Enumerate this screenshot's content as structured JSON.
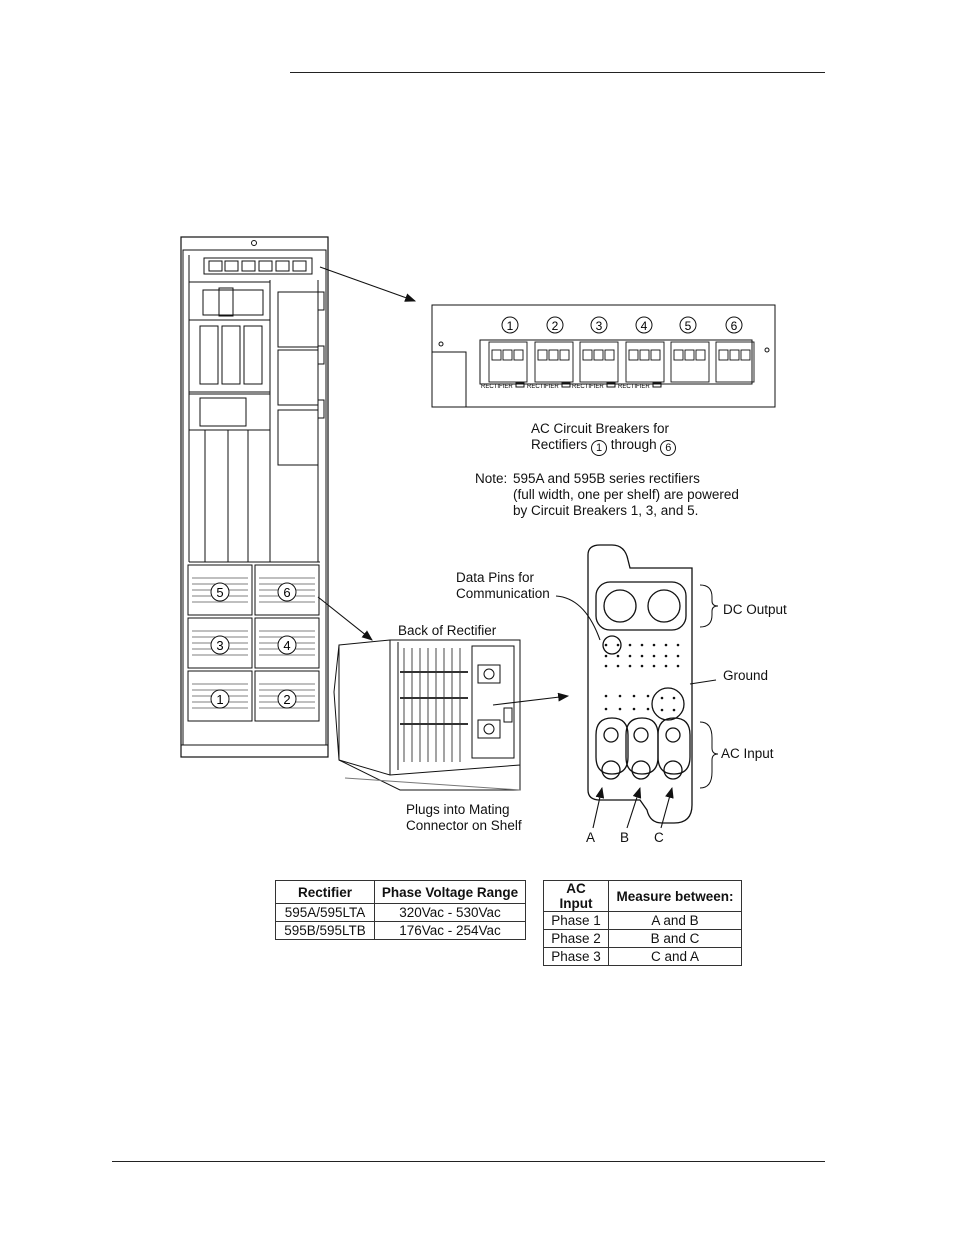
{
  "breaker_panel": {
    "numbers": [
      "1",
      "2",
      "3",
      "4",
      "5",
      "6"
    ],
    "rectifier_tag": "RECTIFIER",
    "caption_line1": "AC Circuit Breakers for",
    "caption_line2_pre": "Rectifiers",
    "caption_num_a": "1",
    "caption_line2_mid": "through",
    "caption_num_b": "6"
  },
  "note": {
    "label": "Note:",
    "line1": "595A and 595B series rectifiers",
    "line2": "(full width, one per shelf) are powered",
    "line3": "by Circuit Breakers 1, 3, and 5."
  },
  "cabinet": {
    "rectifier_slots": [
      "5",
      "6",
      "3",
      "4",
      "1",
      "2"
    ]
  },
  "rectifier_back": {
    "title": "Back of Rectifier",
    "plug_line1": "Plugs into Mating",
    "plug_line2": "Connector on Shelf"
  },
  "connector": {
    "data_pins_line1": "Data Pins for",
    "data_pins_line2": "Communication",
    "dc_output": "DC Output",
    "ground": "Ground",
    "ac_input": "AC Input",
    "phase_a": "A",
    "phase_b": "B",
    "phase_c": "C"
  },
  "table_voltage": {
    "headers": [
      "Rectifier",
      "Phase Voltage Range"
    ],
    "rows": [
      [
        "595A/595LTA",
        "320Vac - 530Vac"
      ],
      [
        "595B/595LTB",
        "176Vac - 254Vac"
      ]
    ]
  },
  "table_phase": {
    "headers": [
      "AC Input",
      "Measure between:"
    ],
    "rows": [
      [
        "Phase 1",
        "A and B"
      ],
      [
        "Phase 2",
        "B and C"
      ],
      [
        "Phase 3",
        "C and A"
      ]
    ]
  }
}
